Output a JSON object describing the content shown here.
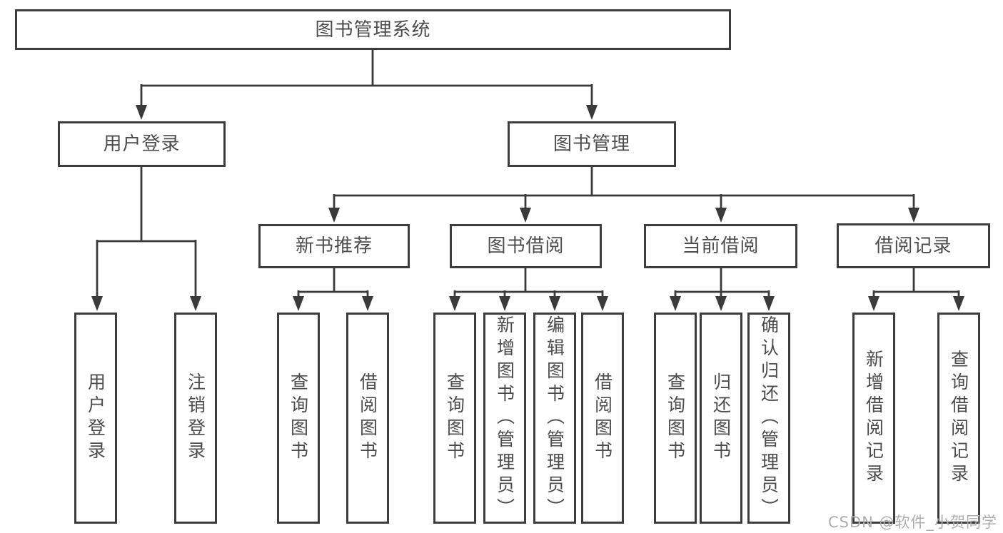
{
  "diagram": {
    "background_color": "#ffffff",
    "line_color": "#3a3a3a",
    "box_border_color": "#3d3d3d",
    "text_color": "#4c4c4c",
    "watermark_color": "#aeaeae"
  },
  "nodes": {
    "root": {
      "label": "图书管理系统"
    },
    "user_login": {
      "label": "用户登录"
    },
    "book_management": {
      "label": "图书管理"
    },
    "new_book_recommend": {
      "label": "新书推荐"
    },
    "book_borrowing": {
      "label": "图书借阅"
    },
    "current_borrowing": {
      "label": "当前借阅"
    },
    "borrowing_records": {
      "label": "借阅记录"
    },
    "leaf_user_login": {
      "label": "用户登录"
    },
    "leaf_logout": {
      "label": "注销登录"
    },
    "leaf_query_books_recommend": {
      "label": "查询图书"
    },
    "leaf_borrow_books_recommend": {
      "label": "借阅图书"
    },
    "leaf_query_books_borrowing": {
      "label": "查询图书"
    },
    "leaf_add_books_admin": {
      "label": "新增图书（管理员）"
    },
    "leaf_edit_books_admin": {
      "label": "编辑图书（管理员）"
    },
    "leaf_borrow_books_borrowing": {
      "label": "借阅图书"
    },
    "leaf_query_books_current": {
      "label": "查询图书"
    },
    "leaf_return_books": {
      "label": "归还图书"
    },
    "leaf_confirm_return_admin": {
      "label": "确认归还（管理员）"
    },
    "leaf_add_borrow_record": {
      "label": "新增借阅记录"
    },
    "leaf_query_borrow_record": {
      "label": "查询借阅记录"
    }
  },
  "watermark": {
    "text": "CSDN @软件_小贺同学"
  }
}
